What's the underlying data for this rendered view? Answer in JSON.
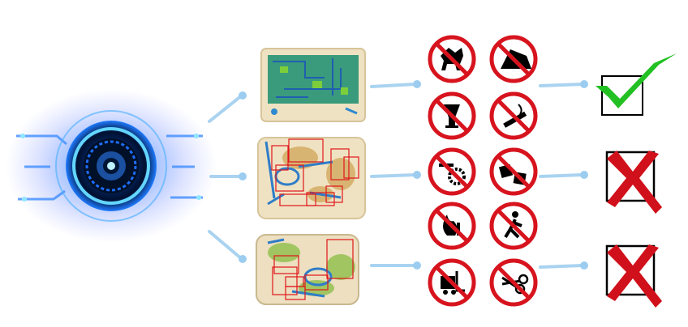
{
  "colors": {
    "connector": "#a9d3f0",
    "connector_dot": "#9ccdf0",
    "eye_glow": "#2f7dff",
    "eye_core": "#00132e",
    "prohibit_red": "#d7141e",
    "check_green": "#22c022",
    "cross_red": "#d0101a",
    "detect_box": "#e0161b",
    "bag_tan": "#efe2c2"
  },
  "scan_rows": [
    {
      "name": "scan-clean",
      "result": "pass",
      "detections": 0
    },
    {
      "name": "scan-suspicious-1",
      "result": "fail",
      "detections": 8
    },
    {
      "name": "scan-suspicious-2",
      "result": "fail",
      "detections": 6
    }
  ],
  "prohibited_icons": [
    "no-dogs-icon",
    "no-camping-icon",
    "no-alcohol-icon",
    "no-smoking-icon",
    "no-tools-icon",
    "no-gambling-icon",
    "no-fire-icon",
    "no-pedestrians-icon",
    "no-forklift-icon",
    "no-scissors-icon"
  ],
  "result_icons": [
    "check-icon",
    "cross-icon",
    "cross-icon"
  ]
}
